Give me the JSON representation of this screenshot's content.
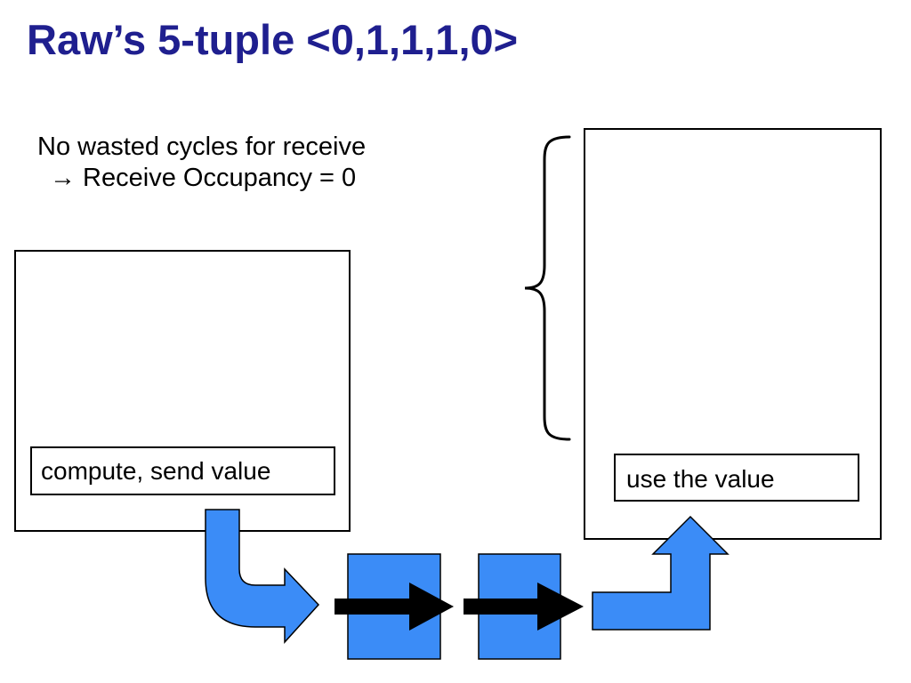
{
  "title": "Raw’s 5-tuple <0,1,1,1,0>",
  "note": {
    "line1": "No wasted cycles for receive",
    "line2": "→ Receive Occupancy = 0"
  },
  "sender": {
    "label": "compute, send value"
  },
  "receiver": {
    "label": "use the value"
  },
  "colors": {
    "title": "#1f1f8f",
    "fill_blue": "#3b8cf7",
    "stroke": "#000000"
  },
  "icons": [
    "curved-arrow-icon",
    "network-hop-icon",
    "bent-arrow-icon",
    "brace-icon"
  ]
}
